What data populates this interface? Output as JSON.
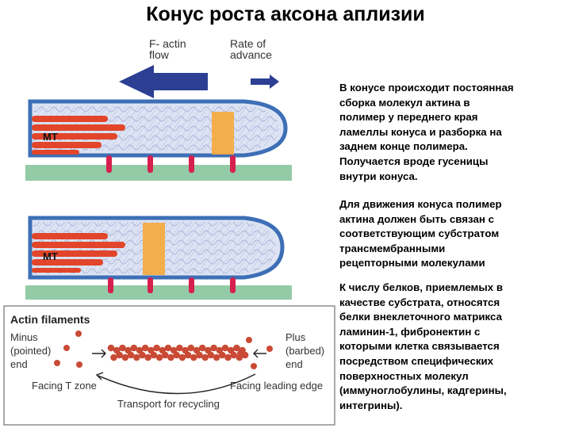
{
  "title": "Конус роста аксона аплизии",
  "legend": {
    "factin_line1": "F- actin",
    "factin_line2": "flow",
    "rate_line1": "Rate of",
    "rate_line2": "advance"
  },
  "cone_top": {
    "mt_label": "МТ"
  },
  "cone_bottom": {
    "mt_label": "МТ"
  },
  "actin_panel": {
    "heading": "Actin filaments",
    "minus_line1": "Minus",
    "minus_line2": "(pointed)",
    "minus_line3": "end",
    "plus_line1": "Plus",
    "plus_line2": "(barbed)",
    "plus_line3": "end",
    "facing_t": "Facing T zone",
    "facing_leading": "Facing leading edge",
    "transport": "Transport for recycling"
  },
  "paragraphs": {
    "p1": "В конусе происходит постоянная\nсборка молекул актина в\nполимер у переднего края\nламеллы конуса и разборка на\nзаднем конце полимера.\nПолучается вроде гусеницы\nвнутри конуса.",
    "p2": "Для движения конуса полимер\nактина должен быть связан с\nсоответствующим субстратом\nтрансмембранными\nрецепторными молекулами",
    "p3": "К числу белков, приемлемых в\nкачестве субстрата, относятся\nбелки внеклеточного матрикса\nламинин-1, фибронектин с\nкоторыми клетка связывается\nпосредством  специфических\nповерхностных молекул\n(иммуноглобулины, кадгерины,\nинтегрины)."
  },
  "colors": {
    "membrane": "#3d6fb6",
    "cytoplasm": "#dde3f3",
    "substrate": "#93cba6",
    "microtubule": "#e2452a",
    "actin_band": "#f6a93a",
    "receptor": "#d6204e",
    "arrow": "#2c3f93",
    "bead": "#c94a35"
  }
}
